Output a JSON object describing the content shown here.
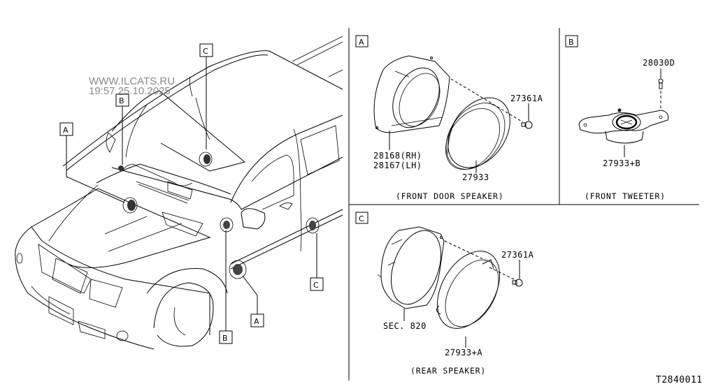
{
  "watermark": {
    "site": "WWW.ILCATS.RU",
    "timestamp": "19:57 25.10.2025"
  },
  "diagram_id": "T2840011",
  "vehicle_callouts": [
    {
      "letter": "A",
      "meaning": "front door speaker"
    },
    {
      "letter": "B",
      "meaning": "front tweeter"
    },
    {
      "letter": "C",
      "meaning": "rear speaker"
    },
    {
      "letter": "B",
      "meaning": "front tweeter"
    },
    {
      "letter": "A",
      "meaning": "front door speaker"
    },
    {
      "letter": "C",
      "meaning": "rear speaker"
    }
  ],
  "panels": {
    "A": {
      "letter": "A",
      "caption": "(FRONT DOOR SPEAKER)",
      "parts": {
        "bracket_rh": "28168(RH)",
        "bracket_lh": "28167(LH)",
        "speaker": "27933",
        "screw": "27361A"
      }
    },
    "B": {
      "letter": "B",
      "caption": "(FRONT TWEETER)",
      "parts": {
        "screw": "28030D",
        "tweeter": "27933+B"
      }
    },
    "C": {
      "letter": "C",
      "caption": "(REAR SPEAKER)",
      "parts": {
        "section_ref": "SEC. 820",
        "speaker": "27933+A",
        "screw": "27361A"
      }
    }
  }
}
